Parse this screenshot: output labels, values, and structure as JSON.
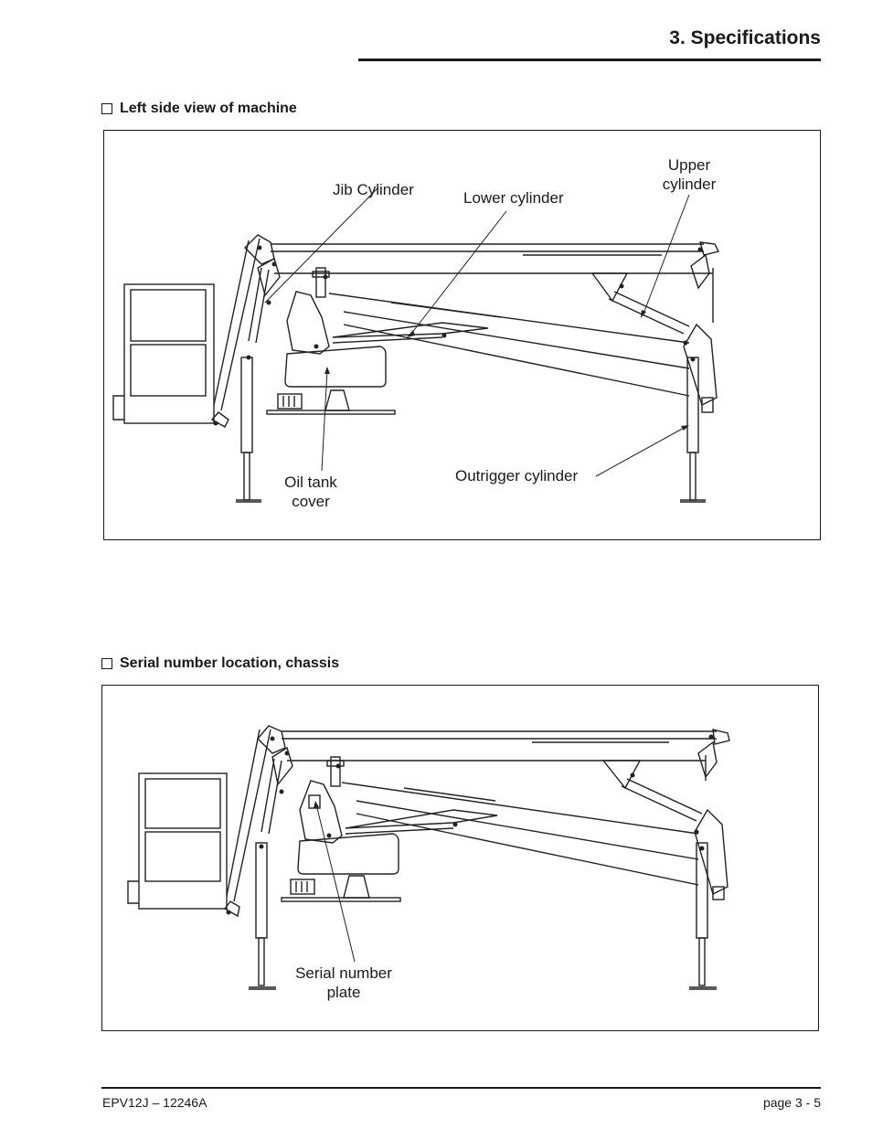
{
  "header": {
    "title": "3. Specifications"
  },
  "section1": {
    "title": "Left side view of machine",
    "callouts": {
      "jib": "Jib Cylinder",
      "lower": "Lower cylinder",
      "upper_line1": "Upper",
      "upper_line2": "cylinder",
      "oil_line1": "Oil tank",
      "oil_line2": "cover",
      "outrigger": "Outrigger cylinder"
    }
  },
  "section2": {
    "title": "Serial number location, chassis",
    "callouts": {
      "serial_line1": "Serial number",
      "serial_line2": "plate"
    }
  },
  "footer": {
    "left": "EPV12J – 12246A",
    "right": "page  3 - 5"
  }
}
